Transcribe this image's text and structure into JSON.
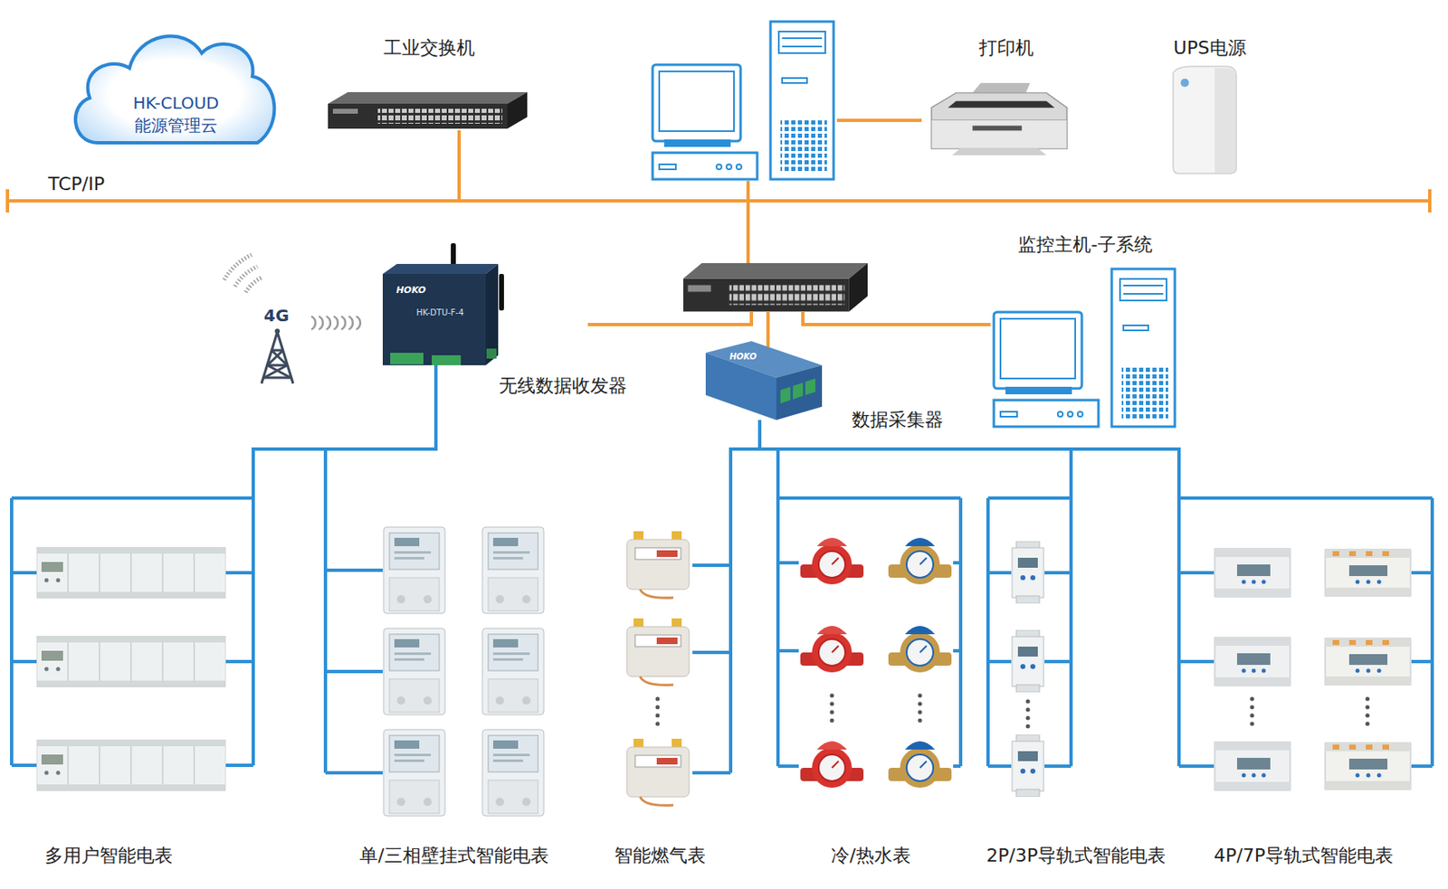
{
  "diagram": {
    "nodes": [
      {
        "text": [
          "HK-CLOUD",
          "能源管理云"
        ]
      },
      {
        "text": [
          "工业交换机"
        ]
      },
      {
        "text": [
          "打印机"
        ]
      },
      {
        "text": [
          "UPS电源"
        ]
      },
      {
        "text": [
          "监控主机-子系统"
        ]
      },
      {
        "text": [
          "4G"
        ]
      },
      {
        "text": [
          "无线数据收发器"
        ]
      },
      {
        "text": [
          "数据采集器"
        ]
      },
      {
        "text": [
          "多用户智能电表"
        ]
      },
      {
        "text": [
          "单/三相壁挂式智能电表"
        ]
      },
      {
        "text": [
          "智能燃气表"
        ]
      },
      {
        "text": [
          "冷/热水表"
        ]
      },
      {
        "text": [
          "2P/3P导轨式智能电表"
        ]
      },
      {
        "text": [
          "4P/7P导轨式智能电表"
        ]
      }
    ],
    "edges": [
      {
        "from": 6,
        "to": 8,
        "arrow": "none"
      },
      {
        "from": 6,
        "to": 9,
        "arrow": "none"
      },
      {
        "from": 7,
        "to": 10,
        "arrow": "none"
      },
      {
        "from": 7,
        "to": 11,
        "arrow": "none"
      },
      {
        "from": 7,
        "to": 12,
        "arrow": "none"
      },
      {
        "from": 7,
        "to": 13,
        "arrow": "none"
      }
    ],
    "labels": [
      "TCP/IP",
      "HOKO",
      "HK-DTU-F-4",
      "HOKO"
    ]
  }
}
